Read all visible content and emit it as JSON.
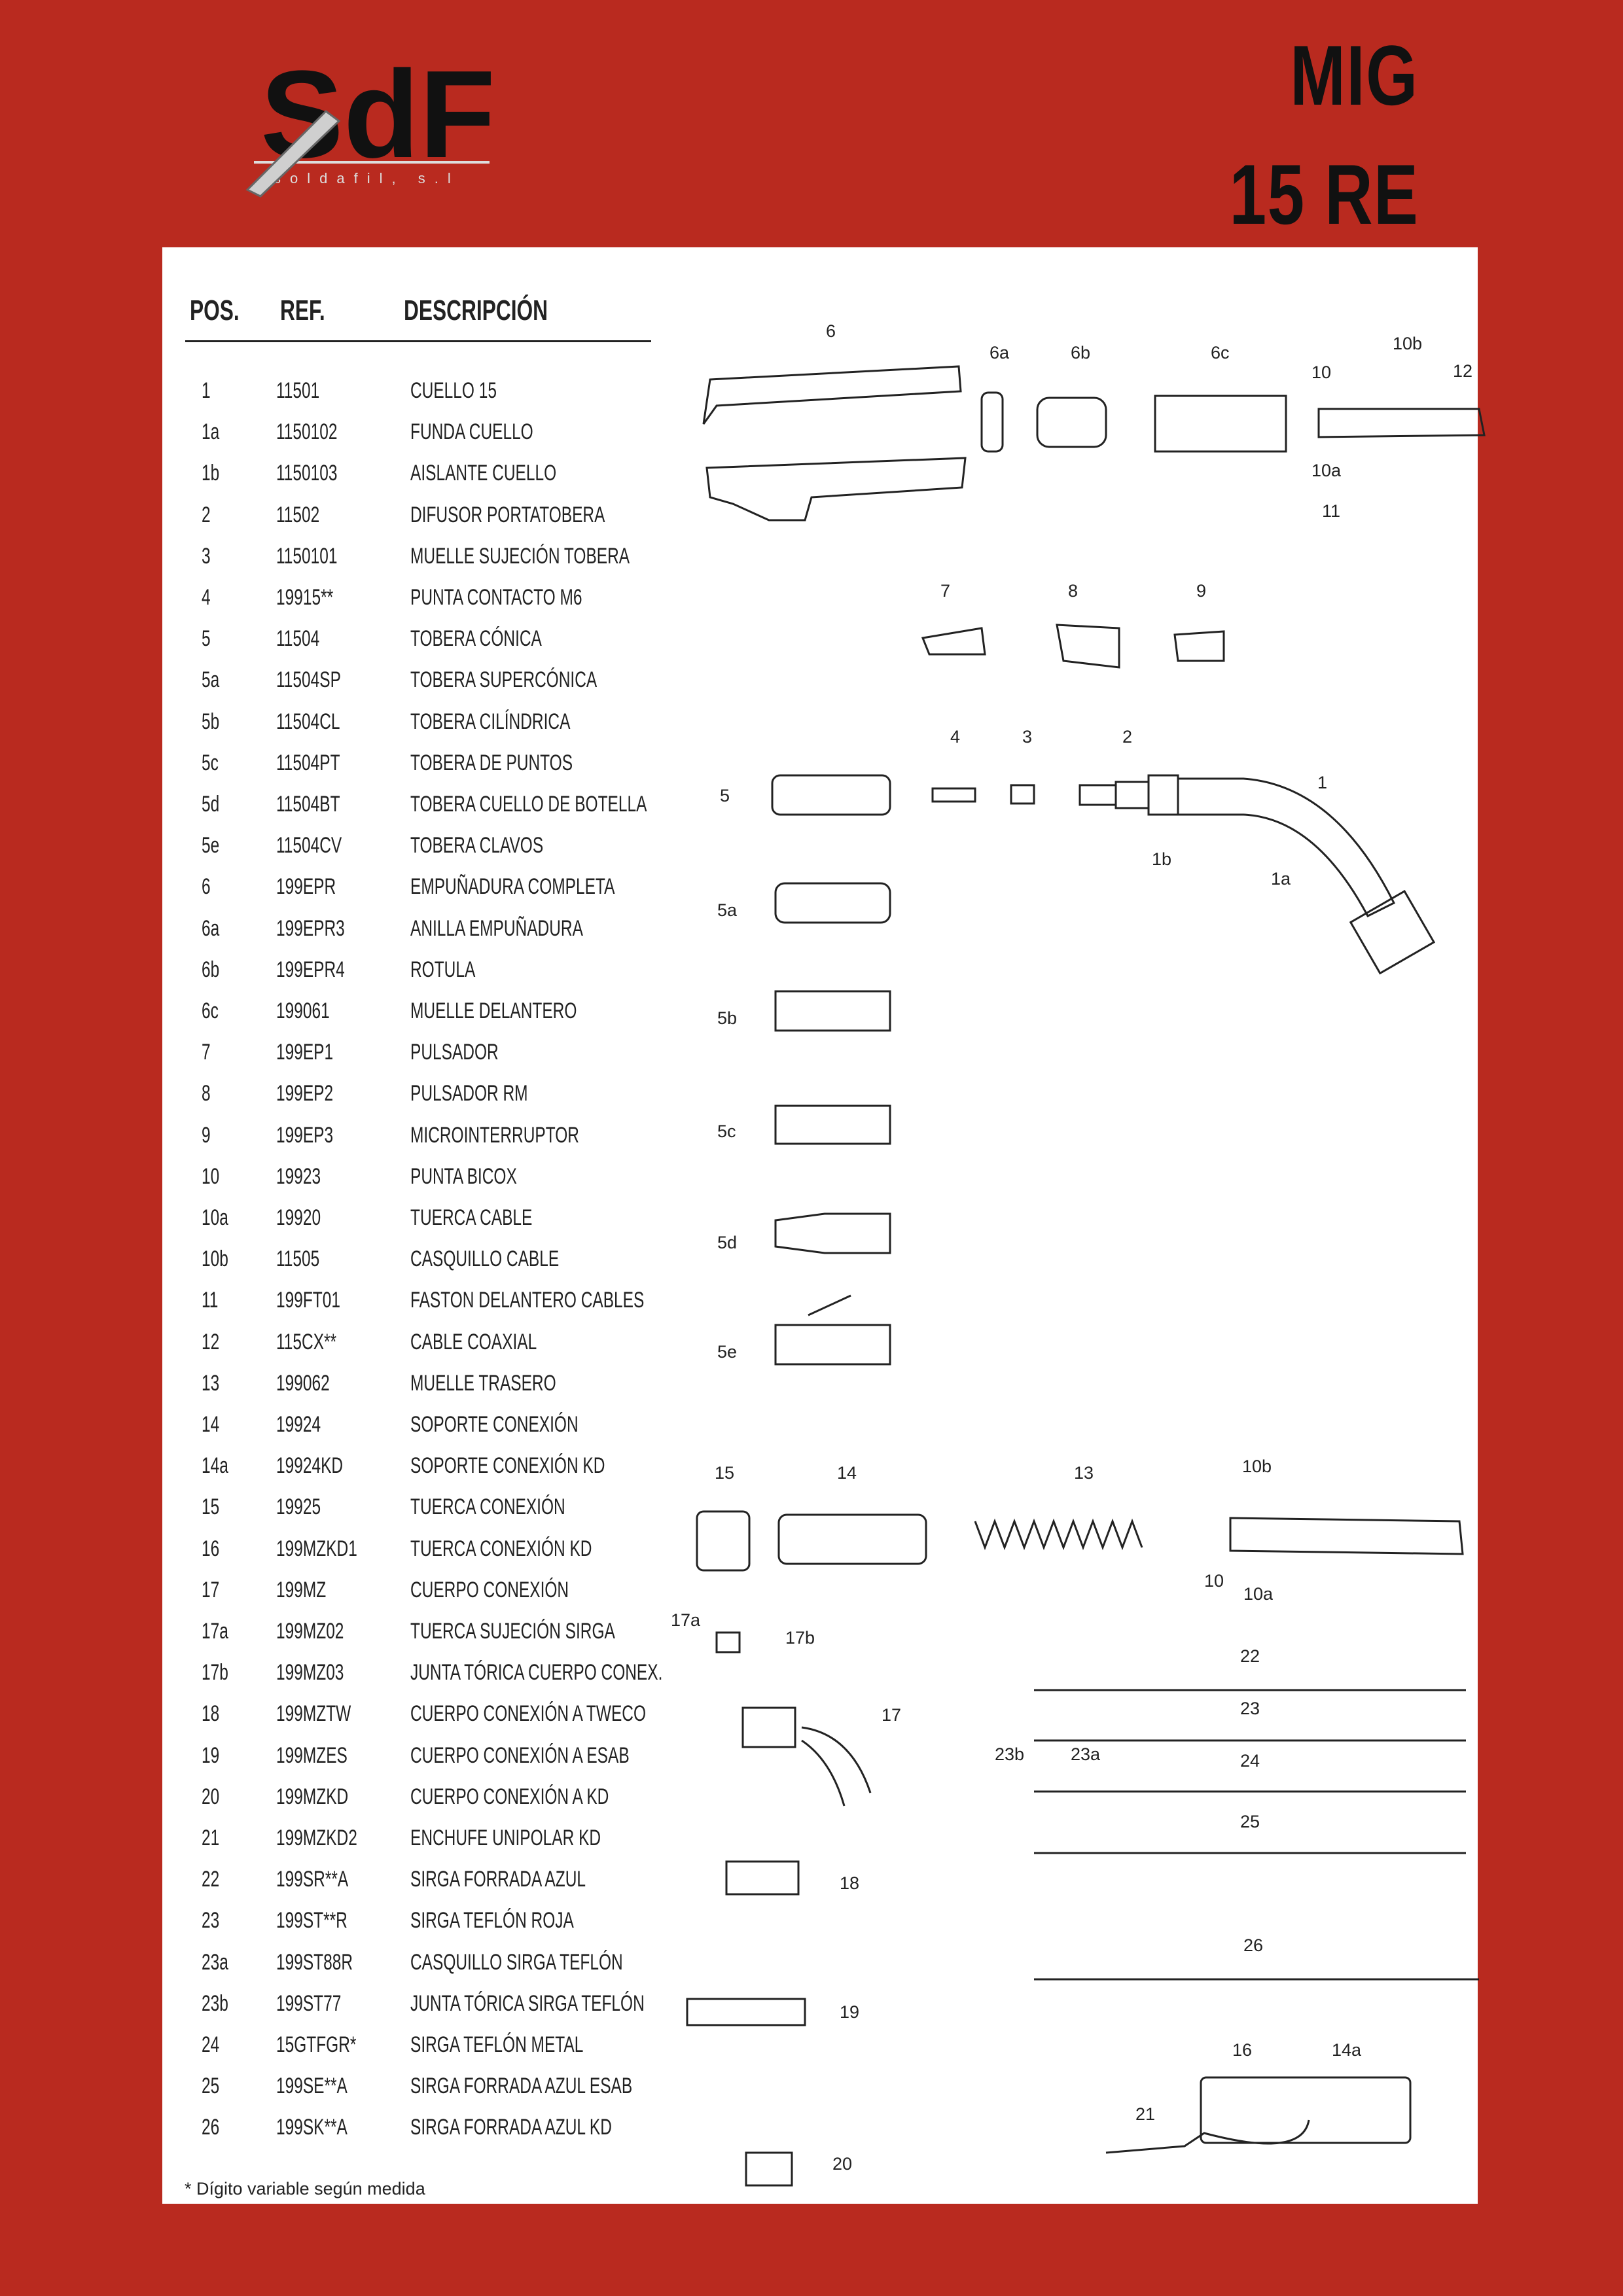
{
  "header": {
    "logo_text": "SdF",
    "logo_subtitle": "soldafil, s.l",
    "title_line1": "MIG",
    "title_line2": "15 RE"
  },
  "table": {
    "col_pos": "POS.",
    "col_ref": "REF.",
    "col_desc": "DESCRIPCIÓN",
    "rows": [
      {
        "pos": "1",
        "ref": "11501",
        "desc": "CUELLO 15"
      },
      {
        "pos": "1a",
        "ref": "1150102",
        "desc": "FUNDA CUELLO"
      },
      {
        "pos": "1b",
        "ref": "1150103",
        "desc": "AISLANTE CUELLO"
      },
      {
        "pos": "2",
        "ref": "11502",
        "desc": "DIFUSOR PORTATOBERA"
      },
      {
        "pos": "3",
        "ref": "1150101",
        "desc": "MUELLE SUJECIÓN TOBERA"
      },
      {
        "pos": "4",
        "ref": "19915**",
        "desc": "PUNTA CONTACTO M6"
      },
      {
        "pos": "5",
        "ref": "11504",
        "desc": "TOBERA CÓNICA"
      },
      {
        "pos": "5a",
        "ref": "11504SP",
        "desc": "TOBERA SUPERCÓNICA"
      },
      {
        "pos": "5b",
        "ref": "11504CL",
        "desc": "TOBERA CILÍNDRICA"
      },
      {
        "pos": "5c",
        "ref": "11504PT",
        "desc": "TOBERA DE PUNTOS"
      },
      {
        "pos": "5d",
        "ref": "11504BT",
        "desc": "TOBERA CUELLO DE BOTELLA"
      },
      {
        "pos": "5e",
        "ref": "11504CV",
        "desc": "TOBERA CLAVOS"
      },
      {
        "pos": "6",
        "ref": "199EPR",
        "desc": "EMPUÑADURA COMPLETA"
      },
      {
        "pos": "6a",
        "ref": "199EPR3",
        "desc": "ANILLA EMPUÑADURA"
      },
      {
        "pos": "6b",
        "ref": "199EPR4",
        "desc": "ROTULA"
      },
      {
        "pos": "6c",
        "ref": "199061",
        "desc": "MUELLE DELANTERO"
      },
      {
        "pos": "7",
        "ref": "199EP1",
        "desc": "PULSADOR"
      },
      {
        "pos": "8",
        "ref": "199EP2",
        "desc": "PULSADOR RM"
      },
      {
        "pos": "9",
        "ref": "199EP3",
        "desc": "MICROINTERRUPTOR"
      },
      {
        "pos": "10",
        "ref": "19923",
        "desc": "PUNTA BICOX"
      },
      {
        "pos": "10a",
        "ref": "19920",
        "desc": "TUERCA CABLE"
      },
      {
        "pos": "10b",
        "ref": "11505",
        "desc": "CASQUILLO CABLE"
      },
      {
        "pos": "11",
        "ref": "199FT01",
        "desc": "FASTON DELANTERO CABLES"
      },
      {
        "pos": "12",
        "ref": "115CX**",
        "desc": "CABLE COAXIAL"
      },
      {
        "pos": "13",
        "ref": "199062",
        "desc": "MUELLE TRASERO"
      },
      {
        "pos": "14",
        "ref": "19924",
        "desc": "SOPORTE CONEXIÓN"
      },
      {
        "pos": "14a",
        "ref": "19924KD",
        "desc": "SOPORTE CONEXIÓN KD"
      },
      {
        "pos": "15",
        "ref": "19925",
        "desc": "TUERCA CONEXIÓN"
      },
      {
        "pos": "16",
        "ref": "199MZKD1",
        "desc": "TUERCA CONEXIÓN KD"
      },
      {
        "pos": "17",
        "ref": "199MZ",
        "desc": "CUERPO CONEXIÓN"
      },
      {
        "pos": "17a",
        "ref": "199MZ02",
        "desc": "TUERCA SUJECIÓN SIRGA"
      },
      {
        "pos": "17b",
        "ref": "199MZ03",
        "desc": "JUNTA TÓRICA CUERPO CONEX."
      },
      {
        "pos": "18",
        "ref": "199MZTW",
        "desc": "CUERPO CONEXIÓN A TWECO"
      },
      {
        "pos": "19",
        "ref": "199MZES",
        "desc": "CUERPO CONEXIÓN A ESAB"
      },
      {
        "pos": "20",
        "ref": "199MZKD",
        "desc": "CUERPO CONEXIÓN A KD"
      },
      {
        "pos": "21",
        "ref": "199MZKD2",
        "desc": "ENCHUFE UNIPOLAR KD"
      },
      {
        "pos": "22",
        "ref": "199SR**A",
        "desc": "SIRGA FORRADA AZUL"
      },
      {
        "pos": "23",
        "ref": "199ST**R",
        "desc": "SIRGA TEFLÓN ROJA"
      },
      {
        "pos": "23a",
        "ref": "199ST88R",
        "desc": "CASQUILLO SIRGA TEFLÓN"
      },
      {
        "pos": "23b",
        "ref": "199ST77",
        "desc": "JUNTA TÓRICA SIRGA TEFLÓN"
      },
      {
        "pos": "24",
        "ref": "15GTFGR*",
        "desc": "SIRGA TEFLÓN METAL"
      },
      {
        "pos": "25",
        "ref": "199SE**A",
        "desc": "SIRGA FORRADA AZUL ESAB"
      },
      {
        "pos": "26",
        "ref": "199SK**A",
        "desc": "SIRGA FORRADA AZUL KD"
      }
    ]
  },
  "footnote": "* Dígito variable según medida",
  "diagram_labels": [
    "6",
    "6a",
    "6b",
    "6c",
    "10",
    "10b",
    "12",
    "10a",
    "11",
    "7",
    "8",
    "9",
    "4",
    "3",
    "2",
    "1",
    "5",
    "1b",
    "1a",
    "5a",
    "5b",
    "5c",
    "5d",
    "5e",
    "15",
    "14",
    "13",
    "10b",
    "10",
    "10a",
    "17a",
    "17b",
    "17",
    "22",
    "23",
    "23b",
    "23a",
    "24",
    "25",
    "18",
    "19",
    "26",
    "16",
    "14a",
    "21",
    "20"
  ],
  "colors": {
    "frame_red": "#b92a1f",
    "paper": "#ffffff",
    "ink": "#222222"
  }
}
